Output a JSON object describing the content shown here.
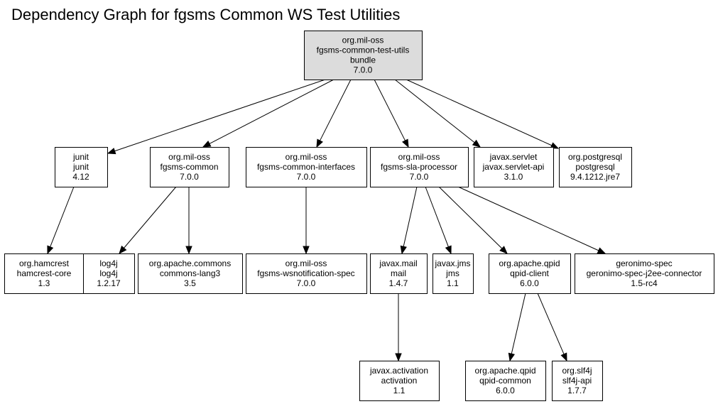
{
  "title": "Dependency Graph for fgsms Common WS Test Utilities",
  "nodes": [
    {
      "id": "root",
      "lines": [
        "org.mil-oss",
        "fgsms-common-test-utils",
        "bundle",
        "7.0.0"
      ],
      "highlight": true
    },
    {
      "id": "junit",
      "lines": [
        "junit",
        "junit",
        "4.12"
      ]
    },
    {
      "id": "common",
      "lines": [
        "org.mil-oss",
        "fgsms-common",
        "7.0.0"
      ]
    },
    {
      "id": "interfaces",
      "lines": [
        "org.mil-oss",
        "fgsms-common-interfaces",
        "7.0.0"
      ]
    },
    {
      "id": "sla",
      "lines": [
        "org.mil-oss",
        "fgsms-sla-processor",
        "7.0.0"
      ]
    },
    {
      "id": "servlet",
      "lines": [
        "javax.servlet",
        "javax.servlet-api",
        "3.1.0"
      ]
    },
    {
      "id": "postgresql",
      "lines": [
        "org.postgresql",
        "postgresql",
        "9.4.1212.jre7"
      ]
    },
    {
      "id": "hamcrest",
      "lines": [
        "org.hamcrest",
        "hamcrest-core",
        "1.3"
      ]
    },
    {
      "id": "log4j",
      "lines": [
        "log4j",
        "log4j",
        "1.2.17"
      ]
    },
    {
      "id": "lang3",
      "lines": [
        "org.apache.commons",
        "commons-lang3",
        "3.5"
      ]
    },
    {
      "id": "wsnotification",
      "lines": [
        "org.mil-oss",
        "fgsms-wsnotification-spec",
        "7.0.0"
      ]
    },
    {
      "id": "mail",
      "lines": [
        "javax.mail",
        "mail",
        "1.4.7"
      ]
    },
    {
      "id": "jms",
      "lines": [
        "javax.jms",
        "jms",
        "1.1"
      ]
    },
    {
      "id": "qpidclient",
      "lines": [
        "org.apache.qpid",
        "qpid-client",
        "6.0.0"
      ]
    },
    {
      "id": "geronimo",
      "lines": [
        "geronimo-spec",
        "geronimo-spec-j2ee-connector",
        "1.5-rc4"
      ]
    },
    {
      "id": "activation",
      "lines": [
        "javax.activation",
        "activation",
        "1.1"
      ]
    },
    {
      "id": "qpidcommon",
      "lines": [
        "org.apache.qpid",
        "qpid-common",
        "6.0.0"
      ]
    },
    {
      "id": "slf4j",
      "lines": [
        "org.slf4j",
        "slf4j-api",
        "1.7.7"
      ]
    }
  ],
  "edges": [
    [
      "root",
      "junit"
    ],
    [
      "root",
      "common"
    ],
    [
      "root",
      "interfaces"
    ],
    [
      "root",
      "sla"
    ],
    [
      "root",
      "servlet"
    ],
    [
      "root",
      "postgresql"
    ],
    [
      "junit",
      "hamcrest"
    ],
    [
      "common",
      "log4j"
    ],
    [
      "common",
      "lang3"
    ],
    [
      "interfaces",
      "wsnotification"
    ],
    [
      "sla",
      "mail"
    ],
    [
      "sla",
      "jms"
    ],
    [
      "sla",
      "qpidclient"
    ],
    [
      "sla",
      "geronimo"
    ],
    [
      "mail",
      "activation"
    ],
    [
      "qpidclient",
      "qpidcommon"
    ],
    [
      "qpidclient",
      "slf4j"
    ]
  ]
}
